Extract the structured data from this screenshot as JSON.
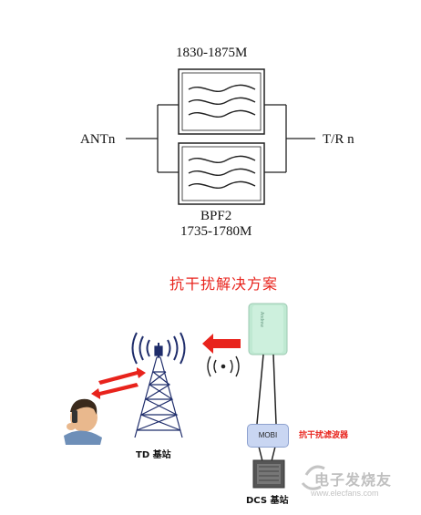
{
  "filter_diagram": {
    "upper_freq": "1830-1875M",
    "left_port": "ANTn",
    "right_port": "T/R n",
    "lower_name": "BPF2",
    "lower_freq": "1735-1780M"
  },
  "solution": {
    "title": "抗干扰解决方案",
    "antenna_brand": "Andrew",
    "mobi_label": "MOBI",
    "filter_label": "抗干扰滤波器",
    "td_label": "TD  基站",
    "dcs_label": "DCS 基站"
  },
  "watermark": {
    "text": "电子发烧友",
    "url": "www.elecfans.com"
  },
  "colors": {
    "arrow_red": "#e8231c",
    "antenna_green": "#bfe9d2",
    "mobi_blue": "#c9d6f2"
  }
}
